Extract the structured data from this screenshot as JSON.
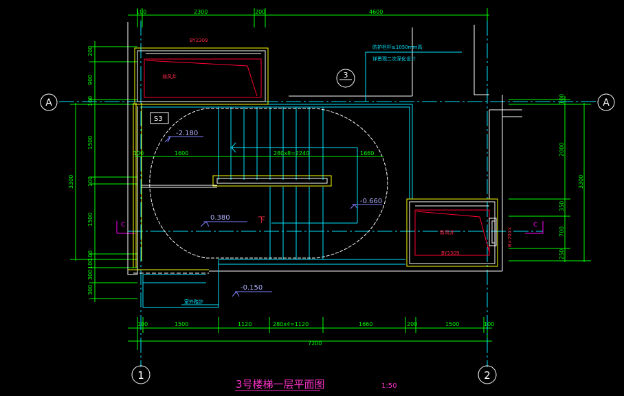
{
  "top_dims": [
    "100",
    "2300",
    "200",
    "4600"
  ],
  "bottom_dims": [
    "100",
    "1500",
    "1120",
    "280x4=1120",
    "1660",
    "200",
    "1500",
    "100"
  ],
  "total_dim": "7200",
  "left_dims": [
    "200",
    "900",
    "100",
    "1500",
    "100",
    "1500",
    "100",
    "100",
    "300",
    "300"
  ],
  "left_total": "3300",
  "right_dims": [
    "100",
    "2000",
    "350",
    "700",
    "250"
  ],
  "right_total": "3300",
  "inner_dims": [
    "100",
    "1600",
    "280x8=2240",
    "1660"
  ],
  "axes": {
    "a_left": "A",
    "a_right": "A",
    "one": "1",
    "two": "2",
    "three": "3",
    "c_left": "C",
    "c_right": "C"
  },
  "elevations": [
    "-2.180",
    "-0.660",
    "0.380",
    "-0.150"
  ],
  "tags": {
    "s3": "S3",
    "down": "下"
  },
  "notes": {
    "rail": "防护栏杆≥1050mm高",
    "design": "详景观二次深化设计",
    "outdoor_step": "室外踏步"
  },
  "shafts": {
    "top_id": "BY2309",
    "top_label": "排风井",
    "right_id": "BY1509",
    "right_label": "新风井",
    "right_side": "B×700×"
  },
  "title": "3号楼梯一层平面图",
  "scale": "1:50"
}
